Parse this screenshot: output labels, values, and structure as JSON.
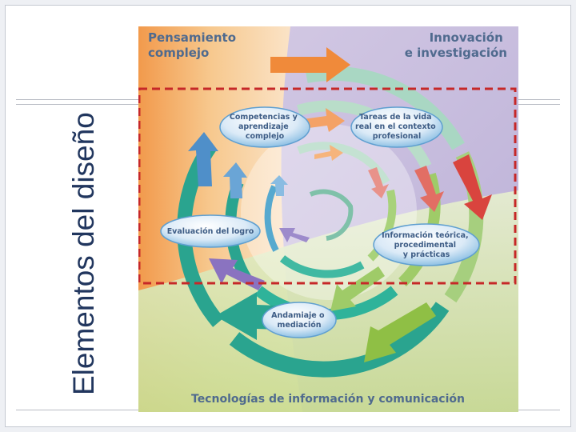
{
  "slide": {
    "title": "Elementos del diseño"
  },
  "diagram": {
    "corner_top_left": [
      "Pensamiento",
      "complejo"
    ],
    "corner_top_right": [
      "Innovación",
      "e investigación"
    ],
    "bottom_label": "Tecnologías de información y comunicación",
    "bubbles": {
      "competencias": [
        "Competencias y",
        "aprendizaje",
        "complejo"
      ],
      "tareas": [
        "Tareas de la vida",
        "real en el contexto",
        "profesional"
      ],
      "evaluacion": [
        "Evaluación del logro"
      ],
      "informacion": [
        "Información teórica,",
        "procedimental",
        "y prácticas"
      ],
      "andamiaje": [
        "Andamiaje o",
        "mediación"
      ]
    },
    "colors": {
      "orange": "#f08a3a",
      "red": "#d9443e",
      "green": "#8fbf45",
      "teal": "#2aa48f",
      "blue": "#4f8fc9",
      "purple": "#8a73c0",
      "highlight": "#c62828"
    }
  }
}
